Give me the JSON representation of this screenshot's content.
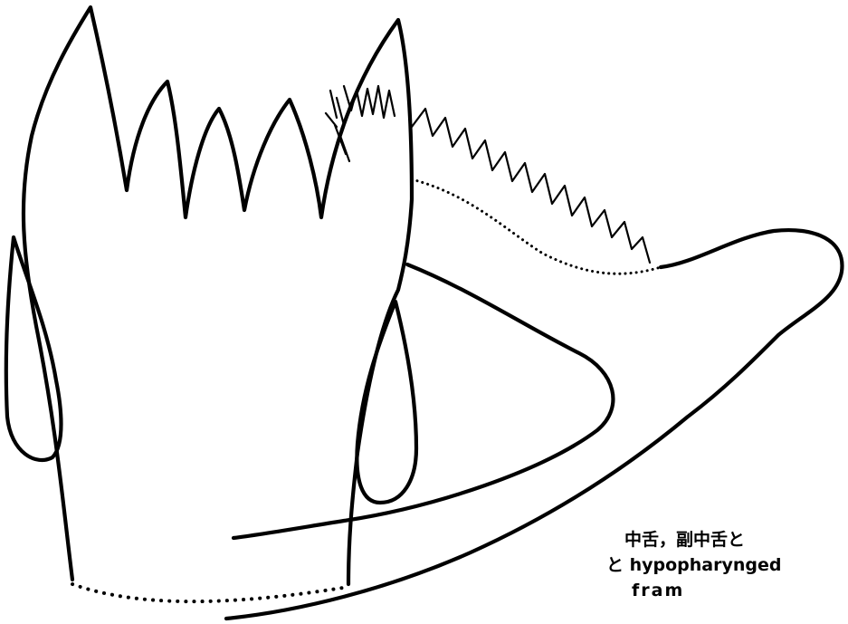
{
  "caption": {
    "line1": "中舌，副中舌と",
    "line2": "と hypopharynged",
    "line3": "fram"
  }
}
